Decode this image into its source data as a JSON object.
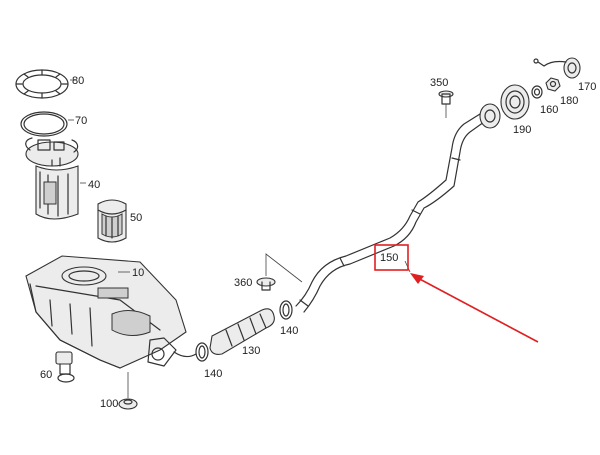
{
  "diagram": {
    "labels": {
      "l80": "80",
      "l70": "70",
      "l40": "40",
      "l50": "50",
      "l10": "10",
      "l60": "60",
      "l100": "100",
      "l360": "360",
      "l140a": "140",
      "l140b": "140",
      "l130": "130",
      "l150": "150",
      "l350": "350",
      "l190": "190",
      "l160": "160",
      "l180": "180",
      "l170": "170"
    },
    "highlight_color": "#e02020",
    "line_color": "#333333"
  }
}
